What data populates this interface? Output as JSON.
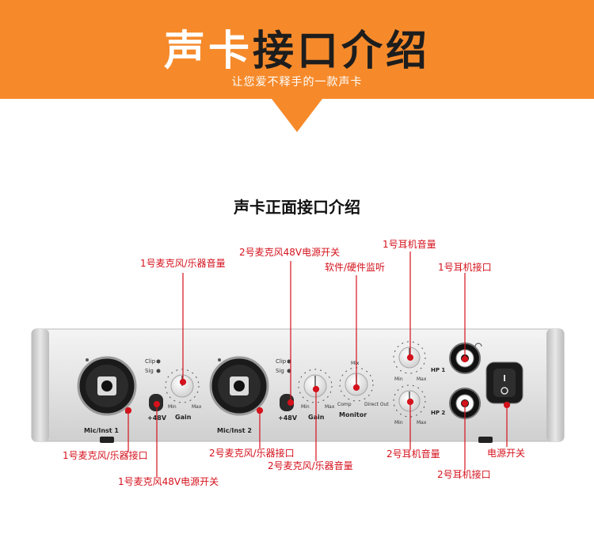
{
  "banner": {
    "title_part1": "声卡",
    "title_part2": "接口介绍",
    "subtitle": "让您爱不释手的一款声卡"
  },
  "section_title": "声卡正面接口介绍",
  "panel": {
    "clip": "Clip",
    "sig": "Sig",
    "gain": "Gain",
    "min": "Min",
    "max": "Max",
    "mic1": "Mic/Inst 1",
    "mic2": "Mic/Inst 2",
    "phantom": "+48V",
    "monitor": "Monitor",
    "comp": "Comp",
    "mix": "Mix",
    "direct_out": "Direct Out",
    "hp1": "HP 1",
    "hp2": "HP 2"
  },
  "annotations": {
    "mic1_gain": "1号麦克风/乐器音量",
    "mic2_phantom": "2号麦克风48V电源开关",
    "monitor": "软件/硬件监听",
    "hp1_volume": "1号耳机音量",
    "hp1_jack": "1号耳机接口",
    "mic1_jack": "1号麦克风/乐器接口",
    "mic1_phantom": "1号麦克风48V电源开关",
    "mic2_jack": "2号麦克风/乐器接口",
    "mic2_gain": "2号麦克风/乐器音量",
    "hp2_volume": "2号耳机音量",
    "hp2_jack": "2号耳机接口",
    "power": "电源开关"
  },
  "colors": {
    "banner": "#f68a2b",
    "accent_red": "#d4121c"
  }
}
